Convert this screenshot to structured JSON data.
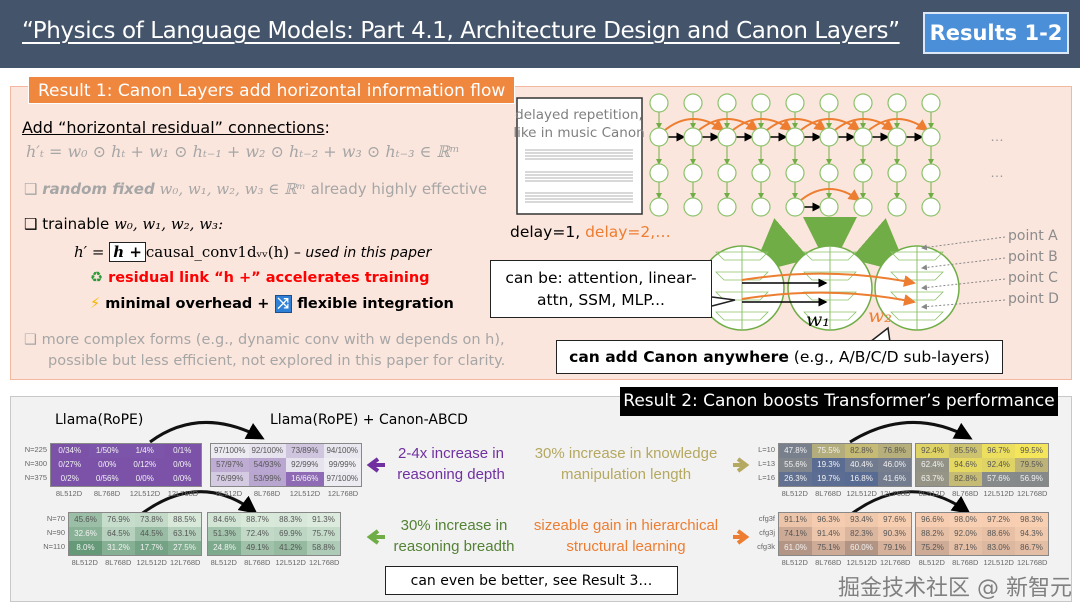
{
  "header": {
    "title": "“Physics of Language Models: Part 4.1, Architecture Design and Canon Layers”",
    "badge": "Results 1-2"
  },
  "result1": {
    "label": "Result 1: Canon Layers add horizontal information flow",
    "heading": "Add “horizontal residual” connections",
    "heading_colon": ":",
    "formula": "h′ₜ = w₀ ⊙ hₜ + w₁ ⊙ hₜ₋₁ + w₂ ⊙ hₜ₋₂ + w₃ ⊙ hₜ₋₃ ∈ ℝᵐ",
    "bullet1_bold": "random fixed",
    "bullet1_math": "w₀, w₁, w₂, w₃ ∈ ℝᵐ",
    "bullet1_rest": "already highly effective",
    "bullet2_text": "trainable",
    "bullet2_math": "w₀, w₁, w₂, w₃:",
    "eq_lhs": "h′ =",
    "eq_box": "h +",
    "eq_rhs": "causal_conv1dᵥᵥ(h)",
    "eq_note": "– used in this paper",
    "residual_note": "residual link “h +” accelerates training",
    "overhead_note": "minimal overhead +",
    "flexible_note": "flexible integration",
    "bullet3_line1": "more complex forms (e.g., dynamic conv with w depends on h),",
    "bullet3_line2": "possible but less efficient, not explored in this paper for clarity.",
    "music_caption": "delayed repetition, like in music Canon",
    "delay_black": "delay=1, ",
    "delay_orange": "delay=2,…",
    "callout": "can be: attention, linear-attn, SSM, MLP...",
    "anywhere_bold": "can add Canon anywhere",
    "anywhere_rest": " (e.g., A/B/C/D sub-layers)",
    "points": [
      "point A",
      "point B",
      "point C",
      "point D"
    ],
    "w1": "w₁",
    "w2": "w₂",
    "ellipsis": "…",
    "colors": {
      "orange": "#ed7d31",
      "green": "#70ad47",
      "red": "#ff0000"
    }
  },
  "result2": {
    "label": "Result 2: Canon boosts Transformer’s performance",
    "llama": "Llama(RoPE)",
    "llama_canon": "Llama(RoPE) + Canon-ABCD",
    "depth": "2-4x increase in reasoning depth",
    "breadth": "30% increase in reasoning breadth",
    "knowledge": "30% increase in knowledge manipulation length",
    "hier": "sizeable gain in hierarchical structural learning",
    "more": "can even be better, see Result 3…",
    "colors": {
      "depth": "#7030a0",
      "breadth": "#548235",
      "knowledge": "#b5a860",
      "hier": "#ed7d31"
    },
    "heatmaps": [
      {
        "name": "depth-baseline",
        "cmap": "purple",
        "rows": [
          "N=225",
          "N=300",
          "N=375"
        ],
        "cols": [
          "8L512D",
          "8L768D",
          "12L512D",
          "12L768D"
        ],
        "cells": [
          [
            "0/34%",
            "1/50%",
            "1/4%",
            "0/1%"
          ],
          [
            "0/27%",
            "0/0%",
            "0/12%",
            "0/0%"
          ],
          [
            "0/2%",
            "0/56%",
            "0/0%",
            "0/0%"
          ]
        ]
      },
      {
        "name": "depth-canon",
        "cmap": "purple",
        "rows": [],
        "cols": [
          "8L512D",
          "8L768D",
          "12L512D",
          "12L768D"
        ],
        "cells": [
          [
            "97/100%",
            "92/100%",
            "73/89%",
            "94/100%"
          ],
          [
            "57/97%",
            "54/93%",
            "92/99%",
            "99/99%"
          ],
          [
            "76/99%",
            "53/99%",
            "16/66%",
            "97/100%"
          ]
        ]
      },
      {
        "name": "breadth-baseline",
        "cmap": "green",
        "rows": [
          "N=70",
          "N=90",
          "N=110"
        ],
        "cols": [
          "8L512D",
          "8L768D",
          "12L512D",
          "12L768D"
        ],
        "cells": [
          [
            "45.6%",
            "76.9%",
            "73.8%",
            "88.5%"
          ],
          [
            "32.6%",
            "64.5%",
            "44.5%",
            "63.1%"
          ],
          [
            "8.0%",
            "31.2%",
            "17.7%",
            "27.5%"
          ]
        ]
      },
      {
        "name": "breadth-canon",
        "cmap": "green",
        "rows": [],
        "cols": [
          "8L512D",
          "8L768D",
          "12L512D",
          "12L768D"
        ],
        "cells": [
          [
            "84.6%",
            "88.7%",
            "88.3%",
            "91.3%"
          ],
          [
            "51.3%",
            "72.4%",
            "69.9%",
            "75.7%"
          ],
          [
            "24.8%",
            "49.1%",
            "41.2%",
            "58.8%"
          ]
        ]
      },
      {
        "name": "knowledge-baseline",
        "cmap": "cividis",
        "rows": [
          "L=10",
          "L=13",
          "L=16"
        ],
        "cols": [
          "8L512D",
          "8L768D",
          "12L512D",
          "12L768D"
        ],
        "cells": [
          [
            "47.8%",
            "75.5%",
            "82.8%",
            "76.8%"
          ],
          [
            "55.6%",
            "19.3%",
            "40.4%",
            "46.0%"
          ],
          [
            "26.3%",
            "19.7%",
            "16.8%",
            "41.6%"
          ]
        ]
      },
      {
        "name": "knowledge-canon",
        "cmap": "cividis",
        "rows": [],
        "cols": [
          "8L512D",
          "8L768D",
          "12L512D",
          "12L768D"
        ],
        "cells": [
          [
            "92.4%",
            "85.5%",
            "96.7%",
            "99.5%"
          ],
          [
            "62.4%",
            "94.6%",
            "92.4%",
            "79.5%"
          ],
          [
            "63.7%",
            "82.8%",
            "57.6%",
            "56.9%"
          ]
        ]
      },
      {
        "name": "hier-baseline",
        "cmap": "orange",
        "rows": [
          "cfg3f",
          "cfg3j",
          "cfg3k"
        ],
        "cols": [
          "8L512D",
          "8L768D",
          "12L512D",
          "12L768D"
        ],
        "cells": [
          [
            "91.1%",
            "96.3%",
            "93.4%",
            "97.6%"
          ],
          [
            "74.1%",
            "91.4%",
            "82.3%",
            "90.3%"
          ],
          [
            "61.0%",
            "75.1%",
            "60.0%",
            "79.1%"
          ]
        ]
      },
      {
        "name": "hier-canon",
        "cmap": "orange",
        "rows": [],
        "cols": [
          "8L512D",
          "8L768D",
          "12L512D",
          "12L768D"
        ],
        "cells": [
          [
            "96.6%",
            "98.0%",
            "97.2%",
            "98.3%"
          ],
          [
            "88.2%",
            "92.0%",
            "88.6%",
            "94.3%"
          ],
          [
            "75.2%",
            "87.1%",
            "83.0%",
            "86.7%"
          ]
        ]
      }
    ]
  },
  "watermark": "掘金技术社区 @ 新智元"
}
